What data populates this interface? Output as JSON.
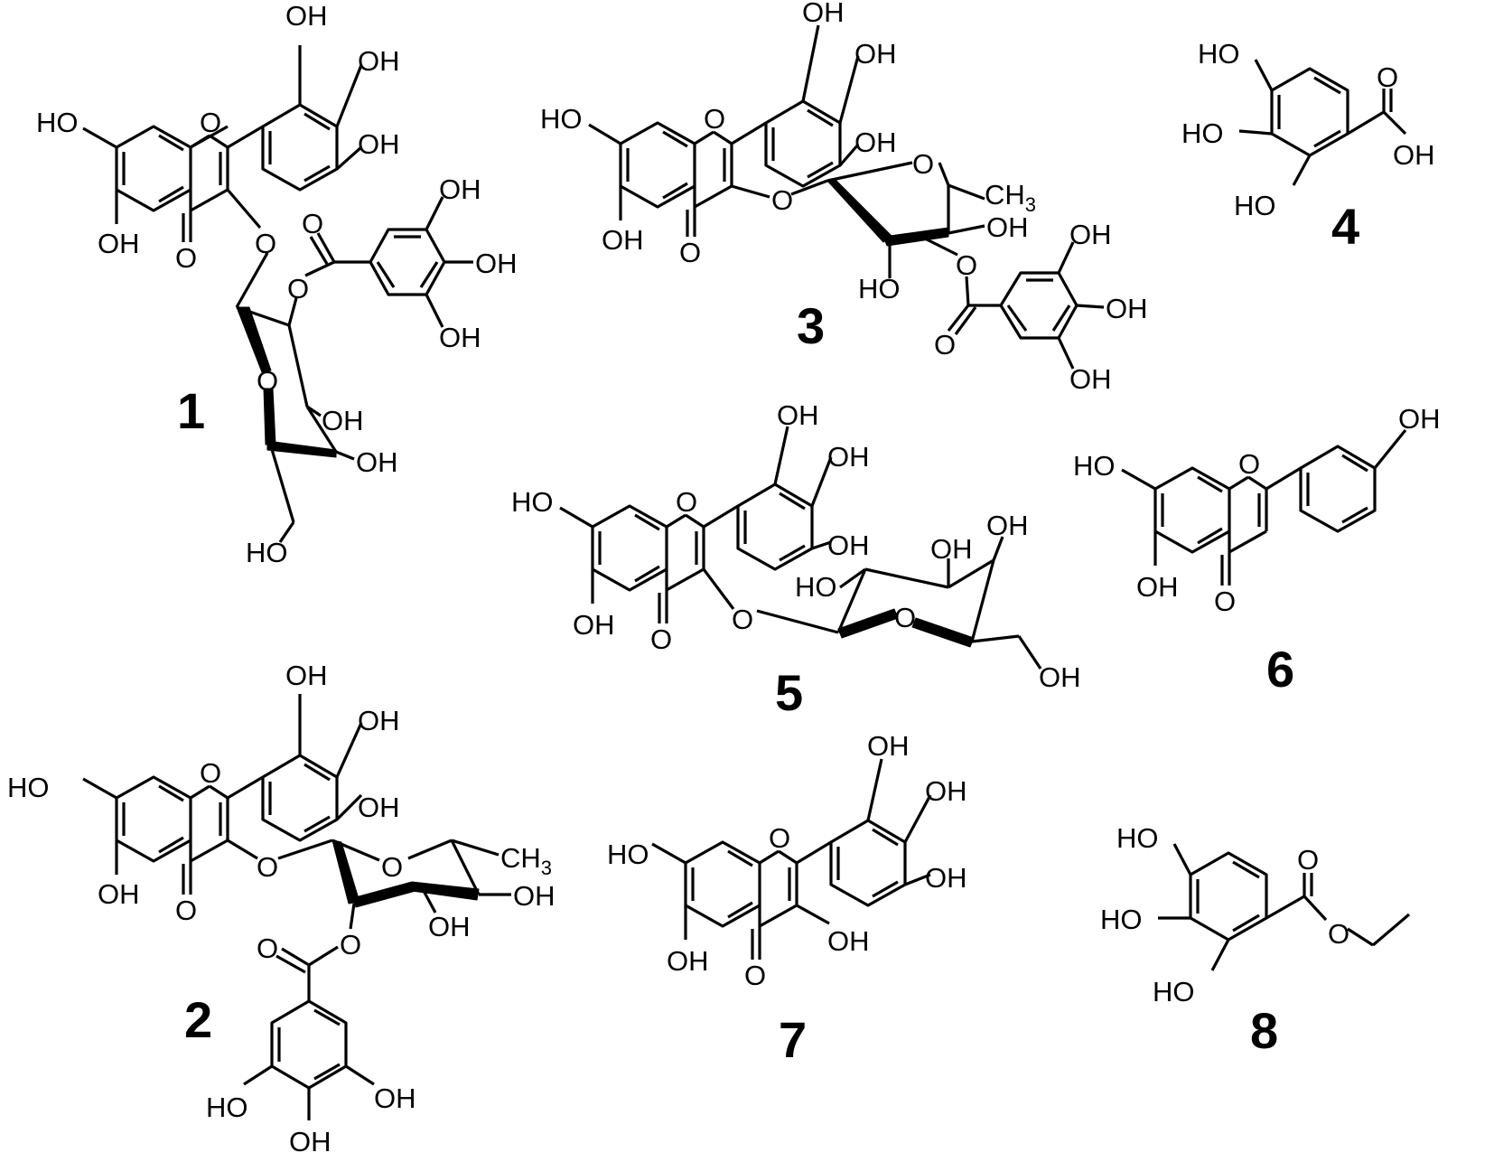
{
  "compounds": [
    {
      "number": "1",
      "labels": {
        "oh_b_top": "OH",
        "oh_b_right1": "OH",
        "oh_b_right2": "OH",
        "oh_a7": "HO",
        "ring_o": "O",
        "oh_a5": "OH",
        "carbonyl_o": "O",
        "glyco_o": "O",
        "ester_o_dbl": "O",
        "ester_o": "O",
        "sugar_o": "O",
        "oh_g_top": "OH",
        "oh_g_mid": "OH",
        "oh_g_low": "OH",
        "oh_s_2": "OH",
        "oh_s_3": "OH",
        "oh_s_ch2": "HO"
      }
    },
    {
      "number": "2",
      "labels": {
        "oh_b_top": "OH",
        "oh_b_right1": "OH",
        "oh_b_right2": "OH",
        "oh_a7": "HO",
        "ring_o": "O",
        "oh_a5": "OH",
        "carbonyl_o": "O",
        "glyco_o": "O",
        "sugar_o": "O",
        "ch3": "CH",
        "ch3_sub": "3",
        "oh_s_4": "OH",
        "oh_s_3": "OH",
        "ester_o": "O",
        "ester_o_dbl": "O",
        "oh_g_1": "HO",
        "oh_g_2": "OH",
        "oh_g_3": "OH"
      }
    },
    {
      "number": "3",
      "labels": {
        "oh_b_top": "OH",
        "oh_b_right1": "OH",
        "oh_b_right2": "OH",
        "oh_a7": "HO",
        "ring_o": "O",
        "oh_a5": "OH",
        "carbonyl_o": "O",
        "glyco_o": "O",
        "sugar_o": "O",
        "ch3": "CH",
        "ch3_sub": "3",
        "oh_s_4": "OH",
        "oh_s_2": "HO",
        "ester_o": "O",
        "ester_o_dbl": "O",
        "oh_g_1": "OH",
        "oh_g_2": "OH",
        "oh_g_3": "OH"
      }
    },
    {
      "number": "4",
      "labels": {
        "oh_1": "HO",
        "oh_2": "HO",
        "oh_3": "HO",
        "acid_o": "O",
        "acid_oh": "OH"
      }
    },
    {
      "number": "5",
      "labels": {
        "oh_b_top": "OH",
        "oh_b_right1": "OH",
        "oh_b_right2": "OH",
        "oh_a7": "HO",
        "ring_o": "O",
        "oh_a5": "OH",
        "carbonyl_o": "O",
        "glyco_o": "O",
        "sugar_o": "O",
        "oh_s_2": "HO",
        "oh_s_3": "OH",
        "oh_s_4": "OH",
        "oh_s_ch2": "OH"
      }
    },
    {
      "number": "6",
      "labels": {
        "oh_b": "OH",
        "oh_a7": "HO",
        "ring_o": "O",
        "oh_a5": "OH",
        "carbonyl_o": "O"
      }
    },
    {
      "number": "7",
      "labels": {
        "oh_b_top": "OH",
        "oh_b_right1": "OH",
        "oh_b_right2": "OH",
        "oh_a7": "HO",
        "ring_o": "O",
        "oh_a5": "OH",
        "carbonyl_o": "O",
        "oh_3": "OH"
      }
    },
    {
      "number": "8",
      "labels": {
        "oh_1": "HO",
        "oh_2": "HO",
        "oh_3": "HO",
        "ester_o_dbl": "O",
        "ester_o": "O"
      }
    }
  ]
}
